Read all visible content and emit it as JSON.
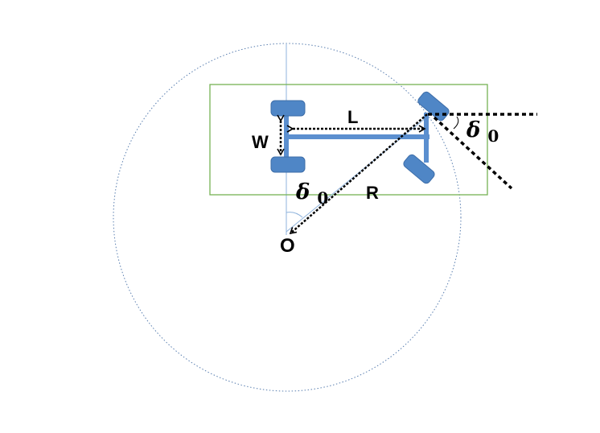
{
  "labels": {
    "wheelbase": "L",
    "track_width": "W",
    "radius": "R",
    "center": "O",
    "steer_angle_symbol": "δ",
    "steer_angle_subscript": "0",
    "center_angle_symbol": "δ",
    "center_angle_subscript": "0"
  },
  "colors": {
    "frame": "#77b255",
    "vehicle": "#5b8fcf",
    "wheel_fill": "#4f86c6",
    "wheel_edge": "#3d6da8",
    "circle": "#5a7fb0",
    "axis": "#8fb3dc",
    "arrows": "#000000"
  }
}
